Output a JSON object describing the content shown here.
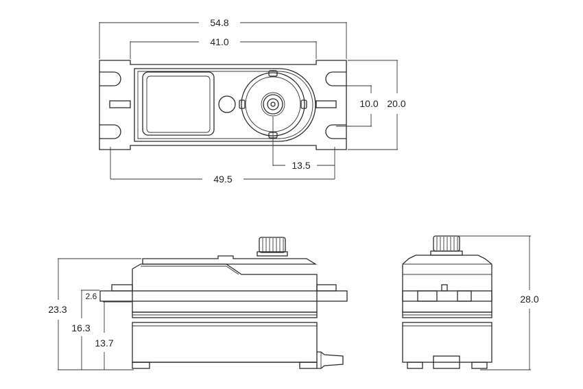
{
  "dimensions": {
    "top_overall_width": "54.8",
    "top_hole_spacing": "41.0",
    "top_mount_spacing": "49.5",
    "top_output_offset": "13.5",
    "right_inner_height": "10.0",
    "right_outer_height": "20.0",
    "side_overall_height": "23.3",
    "side_flange_height": "16.3",
    "side_lower_body_height": "13.7",
    "side_flange_thickness": "2.6",
    "end_total_height": "28.0"
  }
}
